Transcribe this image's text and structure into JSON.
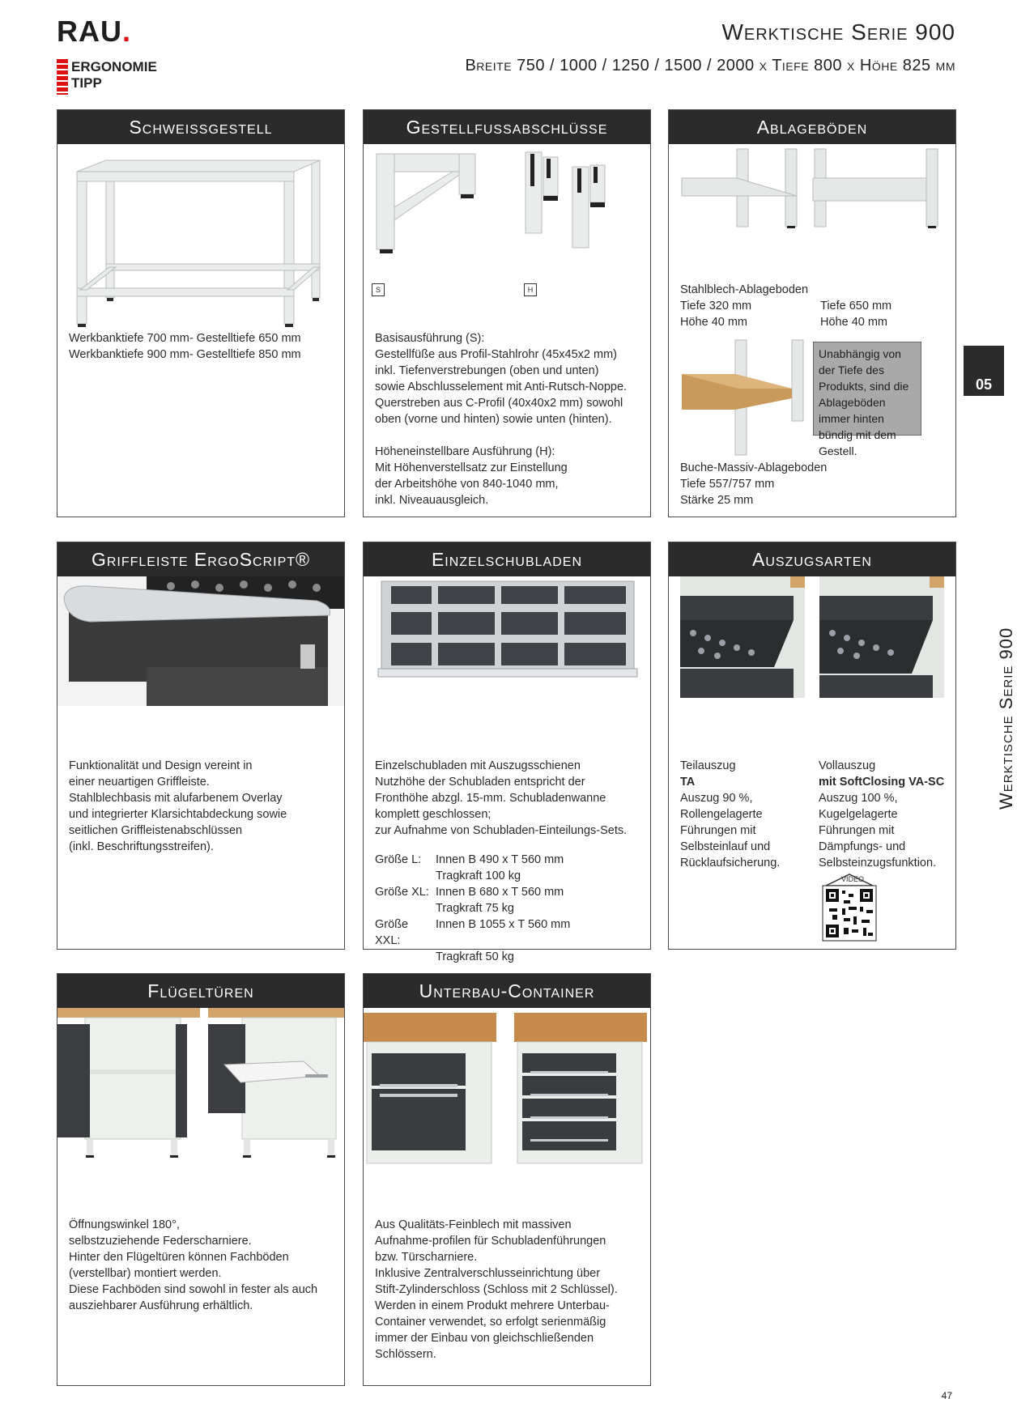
{
  "header": {
    "logo_text": "RAU",
    "logo_dot": ".",
    "ergonomie_line1": "ERGONOMIE",
    "ergonomie_line2": "TIPP",
    "title": "Werktische Serie 900",
    "subtitle": "Breite 750 / 1000 / 1250 / 1500 / 2000 x Tiefe 800 x Höhe 825 mm"
  },
  "side": {
    "chapter": "05",
    "vertical_title": "Werktische Serie 900"
  },
  "boxes": {
    "schweiss": {
      "title": "Schweissgestell",
      "lines": [
        "Werkbanktiefe 700 mm- Gestelltiefe 650 mm",
        "Werkbanktiefe 900 mm- Gestelltiefe 850 mm"
      ]
    },
    "fuss": {
      "title": "Gestellfussabschlüsse",
      "tag_s": "S",
      "tag_h": "H",
      "para1": [
        "Basisausführung (S):",
        "Gestellfüße aus Profil-Stahlrohr (45x45x2 mm)",
        "inkl. Tiefenverstrebungen (oben und unten)",
        "sowie Abschlusselement mit Anti-Rutsch-Noppe.",
        "Querstreben aus C-Profil (40x40x2 mm) sowohl",
        "oben (vorne und hinten) sowie unten (hinten)."
      ],
      "para2": [
        "Höheneinstellbare Ausführung (H):",
        "Mit Höhenverstellsatz zur Einstellung",
        "der Arbeitshöhe von 840-1040 mm,",
        "inkl. Niveauausgleich."
      ]
    },
    "ablage": {
      "title": "Ablageböden",
      "stahl_title": "Stahlblech-Ablageboden",
      "stahl_a1": "Tiefe 320 mm",
      "stahl_a2": "Höhe 40 mm",
      "stahl_b1": "Tiefe 650 mm",
      "stahl_b2": "Höhe 40 mm",
      "note": "Unabhängig von der Tiefe des Produkts, sind die Ablageböden immer hinten bündig mit dem Gestell.",
      "buche_lines": [
        "Buche-Massiv-Ablageboden",
        "Tiefe 557/757 mm",
        "Stärke 25 mm"
      ]
    },
    "griff": {
      "title": "Griffleiste ErgoScript®",
      "lines": [
        "Funktionalität und Design vereint in",
        "einer neuartigen Griffleiste.",
        "Stahlblechbasis mit alufarbenem Overlay",
        "und integrierter Klarsichtabdeckung sowie",
        "seitlichen Griffleistenabschlüssen",
        "(inkl. Beschriftungsstreifen)."
      ]
    },
    "schub": {
      "title": "Einzelschubladen",
      "lines": [
        "Einzelschubladen mit Auszugsschienen",
        "Nutzhöhe der Schubladen entspricht der",
        "Fronthöhe abzgl. 15-mm. Schubladenwanne",
        "komplett geschlossen;",
        "zur Aufnahme von Schubladen-Einteilungs-Sets."
      ],
      "sizes": [
        {
          "k": "Größe L:",
          "v1": "Innen B 490 x T 560 mm",
          "v2": "Tragkraft 100 kg"
        },
        {
          "k": "Größe XL:",
          "v1": "Innen B 680 x T 560 mm",
          "v2": "Tragkraft 75 kg"
        },
        {
          "k": "Größe XXL:",
          "v1": "Innen B 1055 x T 560 mm",
          "v2": "Tragkraft 50 kg"
        }
      ]
    },
    "auszug": {
      "title": "Auszugsarten",
      "left": [
        "Teilauszug",
        "TA",
        "Auszug 90 %,",
        "Rollengelagerte",
        "Führungen mit",
        "Selbsteinlauf und",
        "Rücklaufsicherung."
      ],
      "right": [
        "Vollauszug",
        "mit SoftClosing VA-SC",
        "Auszug 100 %,",
        "Kugelgelagerte",
        "Führungen mit",
        "Dämpfungs- und",
        "Selbsteinzugsfunktion."
      ],
      "video_label": "VIDEO"
    },
    "fluegel": {
      "title": "Flügeltüren",
      "lines": [
        "Öffnungswinkel 180°,",
        "selbstzuziehende Federscharniere.",
        "Hinter den Flügeltüren können Fachböden",
        "(verstellbar) montiert werden.",
        "Diese Fachböden sind sowohl in fester als auch",
        "ausziehbarer Ausführung erhältlich."
      ]
    },
    "unterbau": {
      "title": "Unterbau-Container",
      "lines": [
        "Aus Qualitäts-Feinblech mit massiven",
        "Aufnahme-profilen für Schubladenführungen",
        "bzw. Türscharniere.",
        "Inklusive Zentralverschlusseinrichtung über",
        "Stift-Zylinderschloss (Schloss mit 2 Schlüssel).",
        "Werden in einem Produkt mehrere Unterbau-",
        "Container verwendet, so erfolgt serienmäßig",
        "immer der Einbau von gleichschließenden",
        "Schlössern."
      ]
    }
  },
  "page_number": "47"
}
